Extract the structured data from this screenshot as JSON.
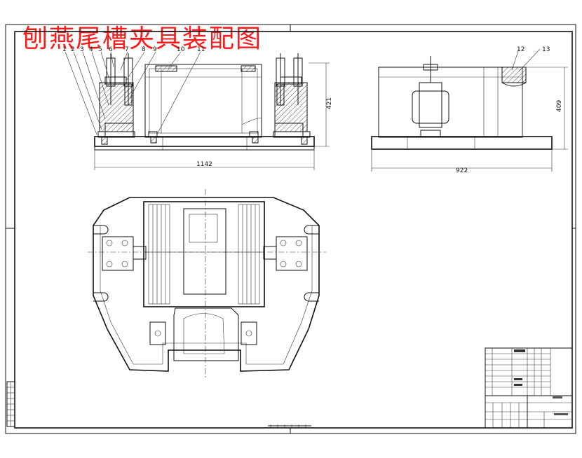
{
  "title": "刨燕尾槽夹具装配图",
  "part_numbers_front": [
    "1",
    "2",
    "3",
    "4",
    "5",
    "6",
    "7",
    "8",
    "9",
    "10",
    "11"
  ],
  "part_numbers_side": [
    "12",
    "13"
  ],
  "dimensions": {
    "front_width": "1142",
    "front_height": "421",
    "side_width": "922",
    "side_height": "409"
  }
}
